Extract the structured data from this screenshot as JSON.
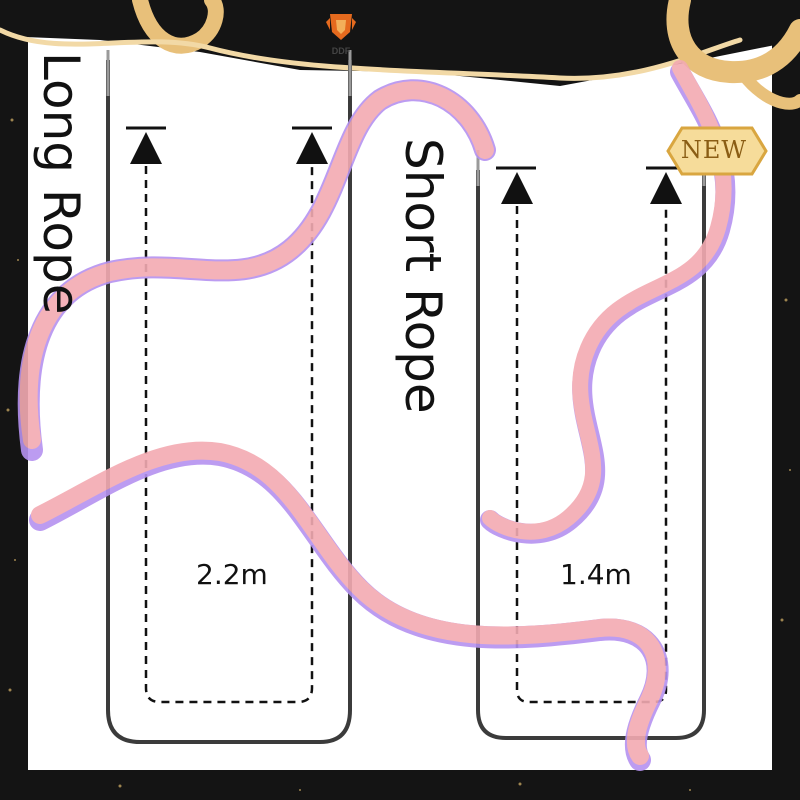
{
  "brand": {
    "name": "DDF"
  },
  "badge": {
    "label": "NEW"
  },
  "ropes": {
    "long": {
      "label": "Long Rope",
      "length": "2.2m"
    },
    "short": {
      "label": "Short Rope",
      "length": "1.4m"
    }
  },
  "colors": {
    "frame": "#141414",
    "gold_ribbon": "#e8c07a",
    "pink_ribbon": "#f3aab2",
    "purple_edge": "#b592f0",
    "rope": "#3b3b3b"
  }
}
